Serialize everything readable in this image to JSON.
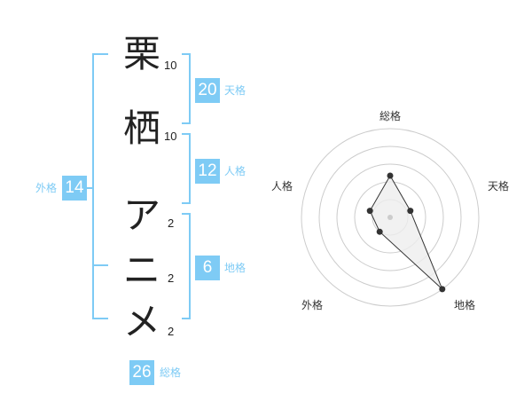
{
  "characters": [
    {
      "char": "栗",
      "strokes": "10"
    },
    {
      "char": "栖",
      "strokes": "10"
    },
    {
      "char": "ア",
      "strokes": "2"
    },
    {
      "char": "ニ",
      "strokes": "2"
    },
    {
      "char": "メ",
      "strokes": "2"
    }
  ],
  "kaku": {
    "tenkaku": {
      "value": "20",
      "label": "天格"
    },
    "jinkaku": {
      "value": "12",
      "label": "人格"
    },
    "chikaku": {
      "value": "6",
      "label": "地格"
    },
    "gaikaku": {
      "value": "14",
      "label": "外格"
    },
    "soukaku": {
      "value": "26",
      "label": "総格"
    }
  },
  "radar": {
    "labels": {
      "top": "総格",
      "right": "天格",
      "bottom_right": "地格",
      "bottom_left": "外格",
      "left": "人格"
    },
    "scores": {
      "soukaku": 0.47,
      "tenkaku": 0.24,
      "chikaku": 1.0,
      "gaikaku": 0.2,
      "jinkaku": 0.24
    },
    "colors": {
      "ring": "#cccccc",
      "fill": "#eeeeee",
      "stroke": "#333333",
      "point": "#333333",
      "center": "#cccccc"
    }
  }
}
